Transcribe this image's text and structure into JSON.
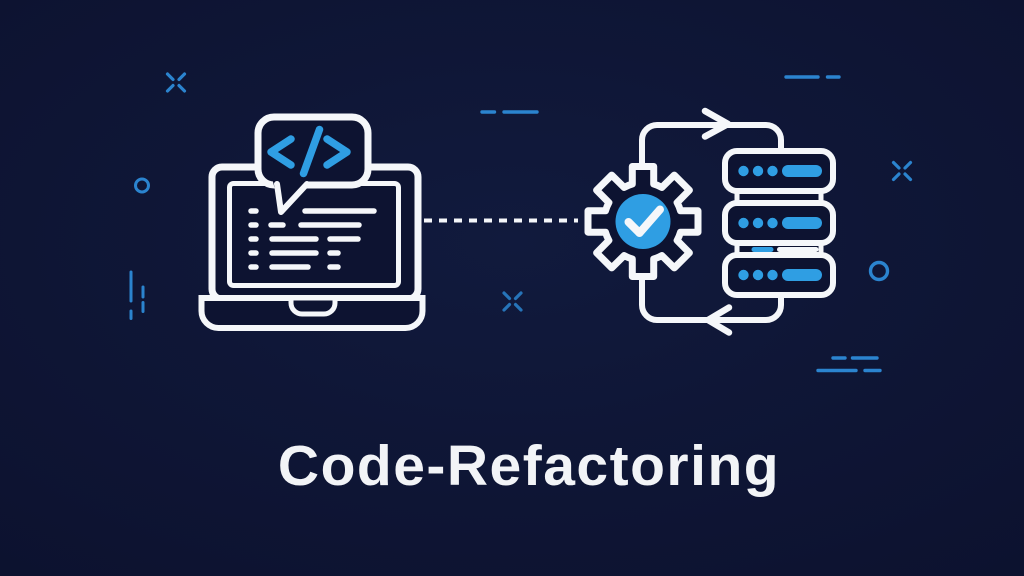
{
  "title": {
    "text": "Code-Refactoring"
  },
  "theme": {
    "background": "#0d1331",
    "background_center": "#111a3d",
    "background_edge": "#0a0f27",
    "stroke": "#f5f7fa",
    "accent": "#2f9ee3",
    "decoration": "#2b84cf",
    "title_color": "#f2f4f7"
  },
  "illustration": {
    "laptop": {
      "icon": "laptop-code-icon",
      "bubble_symbol": "</>",
      "code_line_rows": 5
    },
    "connector": {
      "icon": "dotted-connector",
      "style": "dashed"
    },
    "process": {
      "icon": "gear-check-icon",
      "badge": "checkmark",
      "loop": "sync-loop-arrows-icon"
    },
    "servers": {
      "icon": "server-stack-icon",
      "units": 3,
      "leds_per_unit": 3
    }
  },
  "decorations": {
    "sparkle_crosses": 3,
    "circle_dots": 2,
    "dash_groups": 5
  }
}
